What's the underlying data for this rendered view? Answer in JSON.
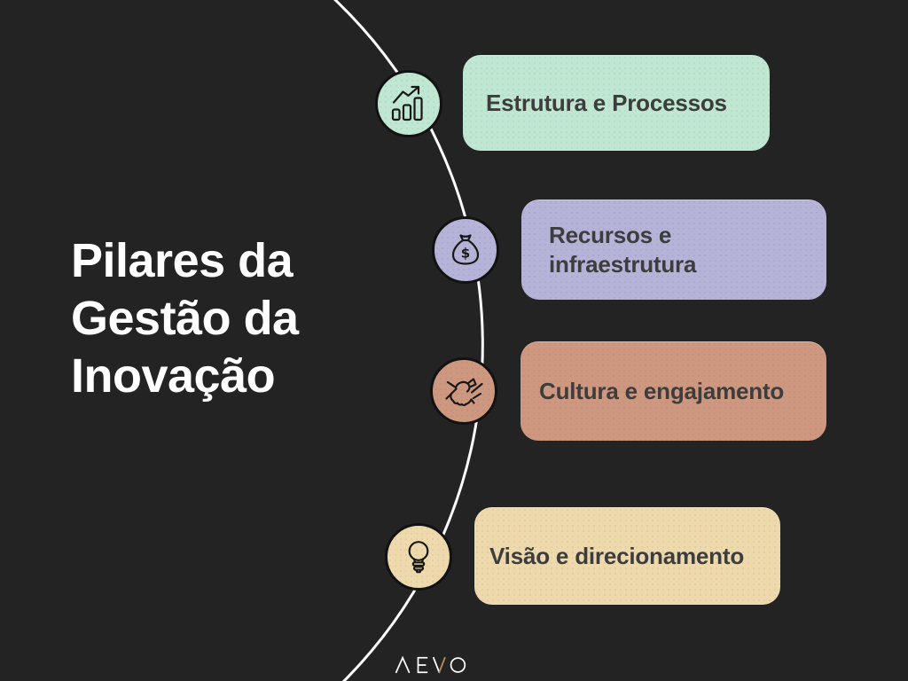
{
  "canvas": {
    "background": "#232323"
  },
  "title": {
    "display": "Pilares da\nGestão da\nInovação",
    "text": "Pilares da Gestão da Inovação",
    "color": "#ffffff"
  },
  "connector": {
    "color": "#fdfdfd",
    "shape": "arc"
  },
  "pillars": [
    {
      "label": "Estrutura e Processos",
      "icon": "growth-chart-icon",
      "color": "#c0e7d2",
      "text_color": "#3d3d3d"
    },
    {
      "label": "Recursos e\ninfraestrutura",
      "icon": "money-bag-icon",
      "icon_symbol": "$",
      "color": "#b5b3d7",
      "text_color": "#3d3d3d"
    },
    {
      "label": "Cultura e engajamento",
      "icon": "handshake-icon",
      "color": "#cd987f",
      "text_color": "#3d3d3d"
    },
    {
      "label": "Visão e direcionamento",
      "icon": "lightbulb-icon",
      "color": "#eed9ad",
      "text_color": "#3d3d3d"
    }
  ],
  "footer": {
    "brand": "AEVO",
    "accent_color": "#b98d62",
    "color": "#ffffff"
  }
}
